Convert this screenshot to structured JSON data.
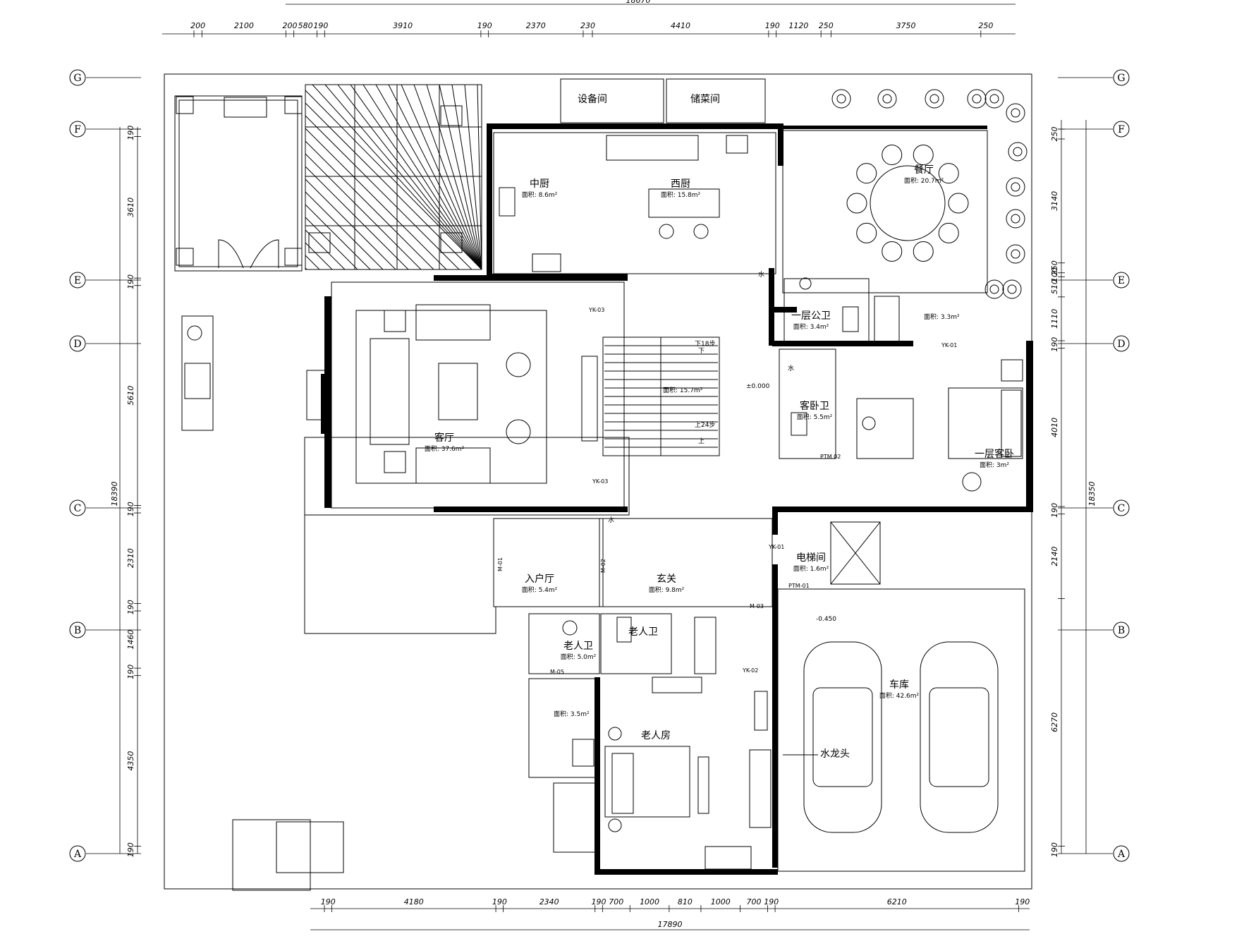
{
  "rooms": [
    {
      "name": "设备间",
      "area": ""
    },
    {
      "name": "储菜间",
      "area": ""
    },
    {
      "name": "中厨",
      "area": "面积: 8.6m²"
    },
    {
      "name": "西厨",
      "area": "面积: 15.8m²"
    },
    {
      "name": "餐厅",
      "area": "面积: 20.7m²"
    },
    {
      "name": "客厅",
      "area": "面积: 37.6m²"
    },
    {
      "name": "一层公卫",
      "area": "面积: 3.4m²"
    },
    {
      "name": "客卧卫",
      "area": "面积: 5.5m²"
    },
    {
      "name": "一层客卧",
      "area": "面积: 3m²"
    },
    {
      "name": "电梯间",
      "area": "面积: 1.6m²"
    },
    {
      "name": "入户厅",
      "area": "面积: 5.4m²"
    },
    {
      "name": "玄关",
      "area": "面积: 9.8m²"
    },
    {
      "name": "老人卫",
      "area": "面积: 5.0m²"
    },
    {
      "name": "老人卫",
      "area": ""
    },
    {
      "name": "老人房",
      "area": ""
    },
    {
      "name": "车库",
      "area": "面积: 42.6m²"
    }
  ],
  "misc_labels": {
    "stair_area": "面积: 15.7m²",
    "stair_down": "下18步",
    "stair_up": "上24步",
    "stair_down_short": "下",
    "stair_up_short": "上",
    "closet_area": "面积: 3.3m²",
    "laundry_area": "面积: 3.5m²",
    "level_zero": "±0.000",
    "level_garage": "-0.450",
    "faucet": "水龙头",
    "water": "水",
    "tag_yk03": "YK-03",
    "tag_yk01": "YK-01",
    "tag_yk02": "YK-02",
    "tag_ptm01": "PTM-01",
    "tag_ptm02": "PTM 02",
    "tag_m01": "M-01",
    "tag_m02": "M-02",
    "tag_m03": "M-03",
    "tag_m05": "M-05"
  },
  "axis_labels": {
    "rows": [
      "G",
      "F",
      "E",
      "D",
      "C",
      "B",
      "A"
    ]
  },
  "dimensions": {
    "top_total": "18670",
    "top": [
      "200",
      "2100",
      "200",
      "580",
      "190",
      "3910",
      "190",
      "2370",
      "230",
      "4410",
      "190",
      "1120",
      "250",
      "3750",
      "250"
    ],
    "bottom_total": "17890",
    "bottom": [
      "190",
      "4180",
      "190",
      "2340",
      "190",
      "700",
      "1000",
      "810",
      "1000",
      "700",
      "190",
      "6210",
      "190"
    ],
    "left_total": "18390",
    "left": [
      "190",
      "3610",
      "190",
      "5610",
      "190",
      "2310",
      "190",
      "1460",
      "190",
      "4350",
      "190"
    ],
    "right_total": "18350",
    "right": [
      "250",
      "3140",
      "250",
      "100",
      "510",
      "1110",
      "190",
      "4010",
      "190",
      "2140",
      "6270",
      "190"
    ]
  }
}
